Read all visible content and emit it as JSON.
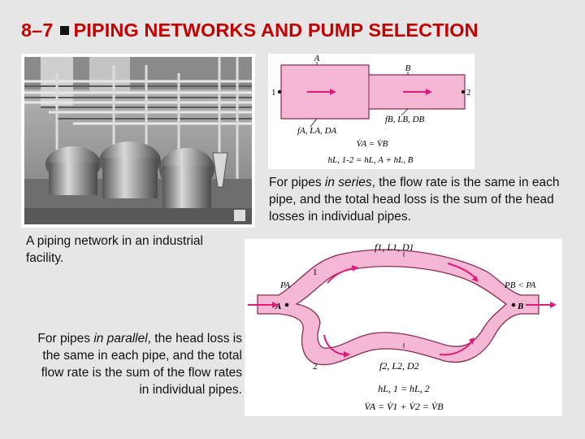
{
  "header": {
    "chapter": "8–7",
    "title": "PIPING NETWORKS AND PUMP SELECTION"
  },
  "photo": {
    "caption": "A piping network in an industrial facility."
  },
  "series": {
    "caption_pre": "For pipes ",
    "caption_em": "in series",
    "caption_post": ", the flow rate is the same in each pipe, and the total head loss is the sum of the head losses in individual pipes.",
    "labels": {
      "pipe_a": "A",
      "pipe_b": "B",
      "point_1": "1",
      "point_2": "2",
      "props_a": "fA, LA, DA",
      "props_b": "fB, LB, DB",
      "eq_flow": "V̇A = V̇B",
      "eq_head": "hL, 1-2 = hL, A + hL, B"
    }
  },
  "parallel": {
    "caption_pre": "For pipes ",
    "caption_em": "in parallel",
    "caption_post": ", the head loss is the same in each pipe, and the total flow rate is the sum of the flow rates in individual pipes.",
    "labels": {
      "props_1": "f1, L1, D1",
      "props_2": "f2, L2, D2",
      "branch_1": "1",
      "branch_2": "2",
      "pa": "PA",
      "pb": "PB < PA",
      "node_a": "A",
      "node_b": "B",
      "eq_head": "hL, 1 = hL, 2",
      "eq_flow": "V̇A = V̇1 + V̇2 = V̇B"
    }
  },
  "colors": {
    "title": "#c40000",
    "pipe_fill": "#f4b8d4",
    "pipe_stroke": "#b03a6e",
    "arrow": "#e0197a",
    "background": "#e6e6e6"
  }
}
